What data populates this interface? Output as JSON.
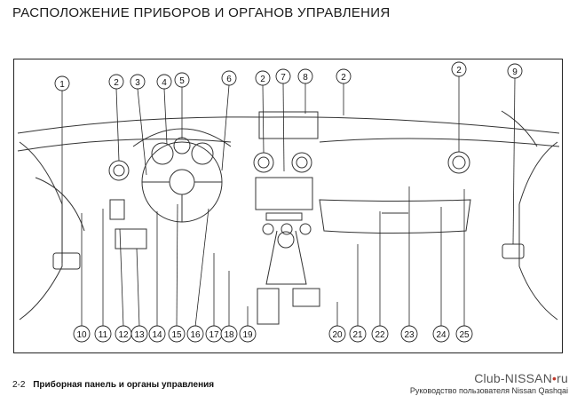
{
  "title": "РАСПОЛОЖЕНИЕ ПРИБОРОВ И ОРГАНОВ УПРАВЛЕНИЯ",
  "footer": {
    "page_number": "2-2",
    "section": "Приборная панель и органы управления",
    "brand_prefix": "Club-NISSAN",
    "brand_dot": "•",
    "brand_suffix": "ru",
    "manual": "Руководство пользователя Nissan Qashqai"
  },
  "callouts_top": [
    "1",
    "2",
    "3",
    "4",
    "5",
    "6",
    "2",
    "7",
    "8",
    "2",
    "2",
    "9"
  ],
  "callouts_bottom": [
    "10",
    "11",
    "12",
    "13",
    "14",
    "15",
    "16",
    "17",
    "18",
    "19",
    "20",
    "21",
    "22",
    "23",
    "24",
    "25"
  ]
}
